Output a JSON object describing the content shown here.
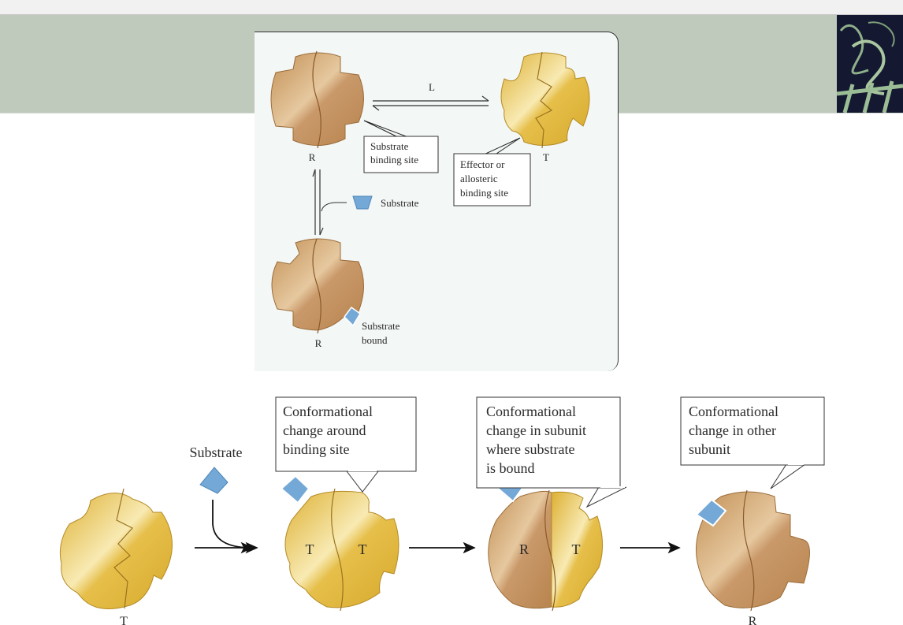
{
  "figure": {
    "top_panel": {
      "equilibrium_constant_label": "L",
      "states": [
        {
          "id": "R-free",
          "label": "R",
          "conformation": "relaxed"
        },
        {
          "id": "T-free",
          "label": "T",
          "conformation": "tense"
        },
        {
          "id": "R-bound",
          "label": "R",
          "conformation": "relaxed"
        }
      ],
      "callouts": {
        "substrate_binding_site": [
          "Substrate",
          "binding site"
        ],
        "effector_site": [
          "Effector or",
          "allosteric",
          "binding site"
        ]
      },
      "substrate_label": "Substrate",
      "substrate_bound_label": [
        "Substrate",
        "bound"
      ]
    },
    "bottom_panel": {
      "substrate_label": "Substrate",
      "steps": [
        {
          "label": "T",
          "subunits": []
        },
        {
          "label": "",
          "subunits": [
            "T",
            "T"
          ],
          "callout": [
            "Conformational",
            "change around",
            "binding site"
          ]
        },
        {
          "label": "",
          "subunits": [
            "R",
            "T"
          ],
          "callout": [
            "Conformational",
            "change in subunit",
            "where substrate",
            "is bound"
          ]
        },
        {
          "label": "R",
          "subunits": [],
          "callout": [
            "Conformational",
            "change in other",
            "subunit"
          ]
        }
      ]
    },
    "colors": {
      "relaxed": "#c79a63",
      "tense": "#e3b93f",
      "substrate": "#74a8d6",
      "band": "#bfcabd"
    }
  }
}
